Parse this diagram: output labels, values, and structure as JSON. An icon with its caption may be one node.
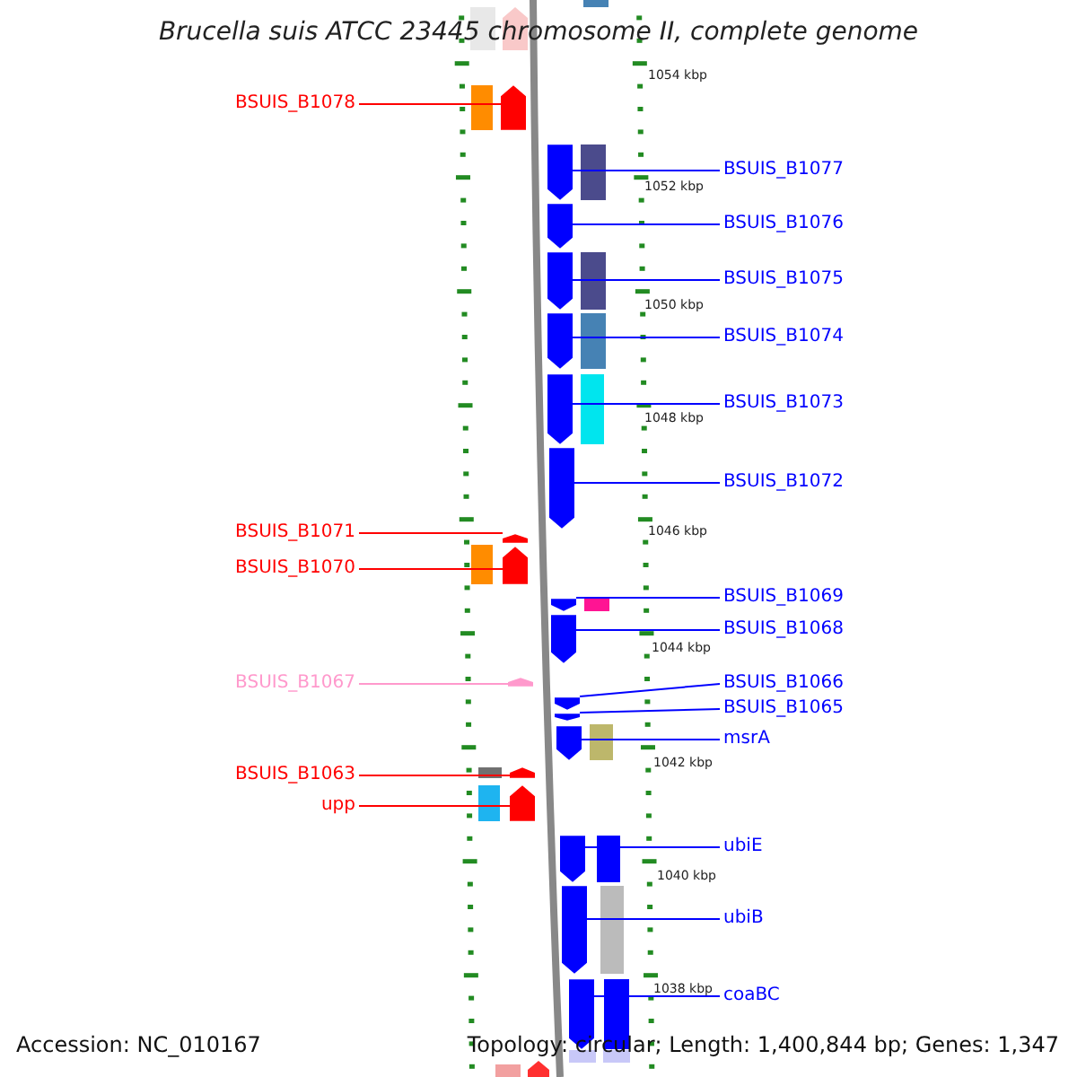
{
  "diagram": {
    "title": "Brucella suis ATCC 23445 chromosome II, complete genome",
    "nodes": [
      {
        "text": [
          "BSUIS_B1078"
        ]
      },
      {
        "text": [
          "BSUIS_B1077"
        ]
      },
      {
        "text": [
          "BSUIS_B1076"
        ]
      },
      {
        "text": [
          "BSUIS_B1075"
        ]
      },
      {
        "text": [
          "BSUIS_B1074"
        ]
      },
      {
        "text": [
          "BSUIS_B1073"
        ]
      },
      {
        "text": [
          "BSUIS_B1072"
        ]
      },
      {
        "text": [
          "BSUIS_B1071"
        ]
      },
      {
        "text": [
          "BSUIS_B1070"
        ]
      },
      {
        "text": [
          "BSUIS_B1069"
        ]
      },
      {
        "text": [
          "BSUIS_B1068"
        ]
      },
      {
        "text": [
          "BSUIS_B1067"
        ]
      },
      {
        "text": [
          "BSUIS_B1066"
        ]
      },
      {
        "text": [
          "BSUIS_B1065"
        ]
      },
      {
        "text": [
          "msrA"
        ]
      },
      {
        "text": [
          "BSUIS_B1063"
        ]
      },
      {
        "text": [
          "upp"
        ]
      },
      {
        "text": [
          "ubiE"
        ]
      },
      {
        "text": [
          "ubiB"
        ]
      },
      {
        "text": [
          "coaBC"
        ]
      },
      {
        "text": [],
        "shape": "bar"
      },
      {
        "text": [],
        "shape": "bar"
      },
      {
        "text": [],
        "shape": "bar"
      },
      {
        "text": [],
        "shape": "bar"
      },
      {
        "text": [],
        "shape": "bar"
      },
      {
        "text": [],
        "shape": "bar"
      },
      {
        "text": [],
        "shape": "bar"
      },
      {
        "text": [],
        "shape": "bar"
      },
      {
        "text": [],
        "shape": "bar"
      },
      {
        "text": [],
        "shape": "bar"
      },
      {
        "text": [],
        "shape": "bar"
      },
      {
        "text": [],
        "shape": "bar"
      },
      {
        "text": [],
        "shape": "bar"
      },
      {
        "text": [],
        "shape": "bar"
      },
      {
        "text": [],
        "shape": "bar"
      },
      {
        "text": [],
        "shape": "bar"
      },
      {
        "text": [],
        "shape": "bar"
      },
      {
        "text": [],
        "shape": "bar"
      },
      {
        "text": [],
        "shape": "bar"
      },
      {
        "text": [],
        "shape": "bar"
      }
    ],
    "edges": [
      {
        "from": 0,
        "to": 20,
        "arrow": "none",
        "color": "#ff0000"
      },
      {
        "from": 1,
        "to": 21,
        "arrow": "none"
      },
      {
        "from": 2,
        "to": 22,
        "arrow": "none"
      },
      {
        "from": 3,
        "to": 23,
        "arrow": "none"
      },
      {
        "from": 4,
        "to": 24,
        "arrow": "none"
      },
      {
        "from": 5,
        "to": 25,
        "arrow": "none"
      },
      {
        "from": 6,
        "to": 26,
        "arrow": "none"
      },
      {
        "from": 7,
        "to": 27,
        "arrow": "none",
        "color": "#ff0000"
      },
      {
        "from": 8,
        "to": 28,
        "arrow": "none",
        "color": "#ff0000"
      },
      {
        "from": 9,
        "to": 29,
        "arrow": "none"
      },
      {
        "from": 10,
        "to": 30,
        "arrow": "none"
      },
      {
        "from": 11,
        "to": 31,
        "arrow": "none",
        "color": "#ff99cc"
      },
      {
        "from": 12,
        "to": 32,
        "arrow": "none"
      },
      {
        "from": 13,
        "to": 33,
        "arrow": "none"
      },
      {
        "from": 14,
        "to": 34,
        "arrow": "none"
      },
      {
        "from": 15,
        "to": 35,
        "arrow": "none",
        "color": "#ff0000"
      },
      {
        "from": 16,
        "to": 36,
        "arrow": "none",
        "color": "#ff0000"
      },
      {
        "from": 17,
        "to": 37,
        "arrow": "none"
      },
      {
        "from": 18,
        "to": 38,
        "arrow": "none"
      },
      {
        "from": 19,
        "to": 39,
        "arrow": "none"
      }
    ],
    "labels": [
      "1054 kbp",
      "1052 kbp",
      "1050 kbp",
      "1048 kbp",
      "1046 kbp",
      "1044 kbp",
      "1042 kbp",
      "1040 kbp",
      "1038 kbp",
      "Accession: NC_010167",
      "Topology: circular; Length: 1,400,844 bp; Genes: 1,347"
    ]
  }
}
